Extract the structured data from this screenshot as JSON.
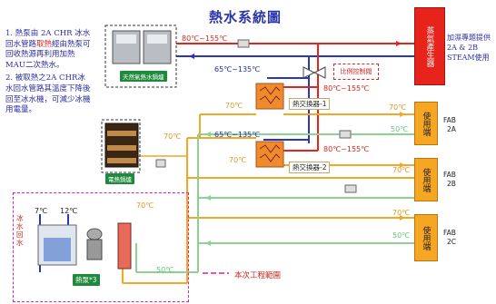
{
  "title": "熱水系統圖",
  "notes": {
    "p1_pre": "1. 熱泵由 2A CHR 冰水回水管路",
    "p1_red": "取熱",
    "p1_post": "經由熱泵可回收熱源再利用加熱MAU二次熱水。",
    "p2": "2. 被取熱之2A CHR冰水回水管路其溫度下降後回至冰水機，可減少冰機用電量。"
  },
  "steam_generator": "蒸氣產生器",
  "steam_note": "加濕專題提供2A & 2B STEAM使用",
  "boilers": {
    "natural_gas": "天然氣熱水鍋爐",
    "electric": "電熱鍋爐"
  },
  "ratio_control": "比例控制閥",
  "heat_exchangers": {
    "hx1": "熱交換器-1",
    "hx2": "熱交換器-2"
  },
  "heat_pump": "熱泵*3",
  "chw_return": "冰水回水",
  "temps": {
    "t_80_155_top": "80℃~155℃",
    "t_65_135_a": "65℃~135℃",
    "t_80_155_a": "80℃~155℃",
    "t_65_135_b": "65℃~135℃",
    "t_80_155_b": "80℃~155℃",
    "t_70_a": "70℃",
    "t_70_b": "70℃",
    "t_70_c": "70℃",
    "t_70_d": "70℃",
    "t_70_e": "70℃",
    "t_70_f": "70℃",
    "t_70_g": "70℃",
    "t_50_a": "50℃",
    "t_50_b": "50℃",
    "t_50_c": "50℃",
    "t_7": "7℃",
    "t_12": "12℃"
  },
  "users": [
    {
      "label": "使用端",
      "fab": "FAB",
      "zone": "2A"
    },
    {
      "label": "使用端",
      "fab": "FAB",
      "zone": "2B"
    },
    {
      "label": "使用端",
      "fab": "FAB",
      "zone": "2C"
    }
  ],
  "legend": "本次工程範圍",
  "colors": {
    "red_line": "#e8231c",
    "blue_line": "#2a35c0",
    "orange_line": "#f5a623",
    "green_line": "#8ad48f",
    "magenta_dash": "#d6249a"
  }
}
